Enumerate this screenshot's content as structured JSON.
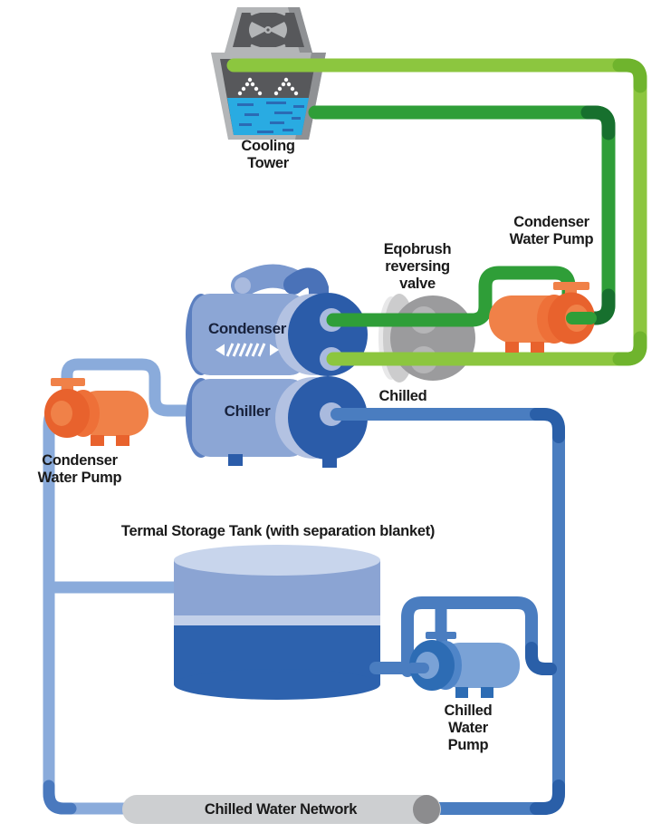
{
  "labels": {
    "cooling_tower": "Cooling Tower",
    "condenser_water_pump_top": "Condenser Water Pump",
    "eqobrush_valve": "Eqobrush reversing valve",
    "condenser": "Condenser",
    "chiller": "Chiller",
    "chilled": "Chilled",
    "condenser_water_pump_left": "Condenser Water Pump",
    "thermal_storage_tank": "Termal Storage Tank (with separation blanket)",
    "chilled_water_pump": "Chilled Water Pump",
    "chilled_water_network": "Chilled Water Network"
  },
  "colors": {
    "pipe_light_green": "#8cc63f",
    "pipe_light_green_corner": "#6fb42d",
    "pipe_dark_green": "#2f9e38",
    "pipe_dark_green_corner": "#17702e",
    "pipe_light_blue": "#8aabdb",
    "pipe_light_blue_corner": "#4a79be",
    "pipe_medium_blue": "#4a7dc0",
    "pipe_medium_blue_corner": "#2a5fa8",
    "pump_orange_body": "#f08148",
    "pump_orange_mid": "#ee7038",
    "pump_orange_front": "#e8622d",
    "pump_blue_body": "#7aa2d6",
    "pump_blue_mid": "#4f85c8",
    "pump_blue_front": "#2d6cb4",
    "chiller_body": "#8ca6d5",
    "chiller_body_edge": "#5b7fc0",
    "chiller_end": "#2b5ca9",
    "chiller_end_light": "#b3c2e2",
    "chiller_loop": "#4a72b8",
    "chiller_loop_light": "#7b99cf",
    "port_blue": "#a9bade",
    "tank_top": "#c8d5ec",
    "tank_upper": "#8ba4d3",
    "tank_band": "#c3d0e9",
    "tank_lower": "#2d62ae",
    "valve_gray": "#9b9b9d",
    "valve_back": "#cccccd",
    "valve_back_light": "#e8e8e9",
    "valve_port": "#b5b5b7",
    "tower_gray": "#b3b5b7",
    "tower_gray_dark": "#8f9194",
    "tower_dark": "#57585b",
    "water_cyan": "#29abe2",
    "water_dash": "#2a6bb5",
    "network_capsule": "#cdcfd1",
    "network_capsule_end": "#8c8c8e",
    "label_text": "#1a1a1a",
    "unit_text": "#18223c"
  }
}
